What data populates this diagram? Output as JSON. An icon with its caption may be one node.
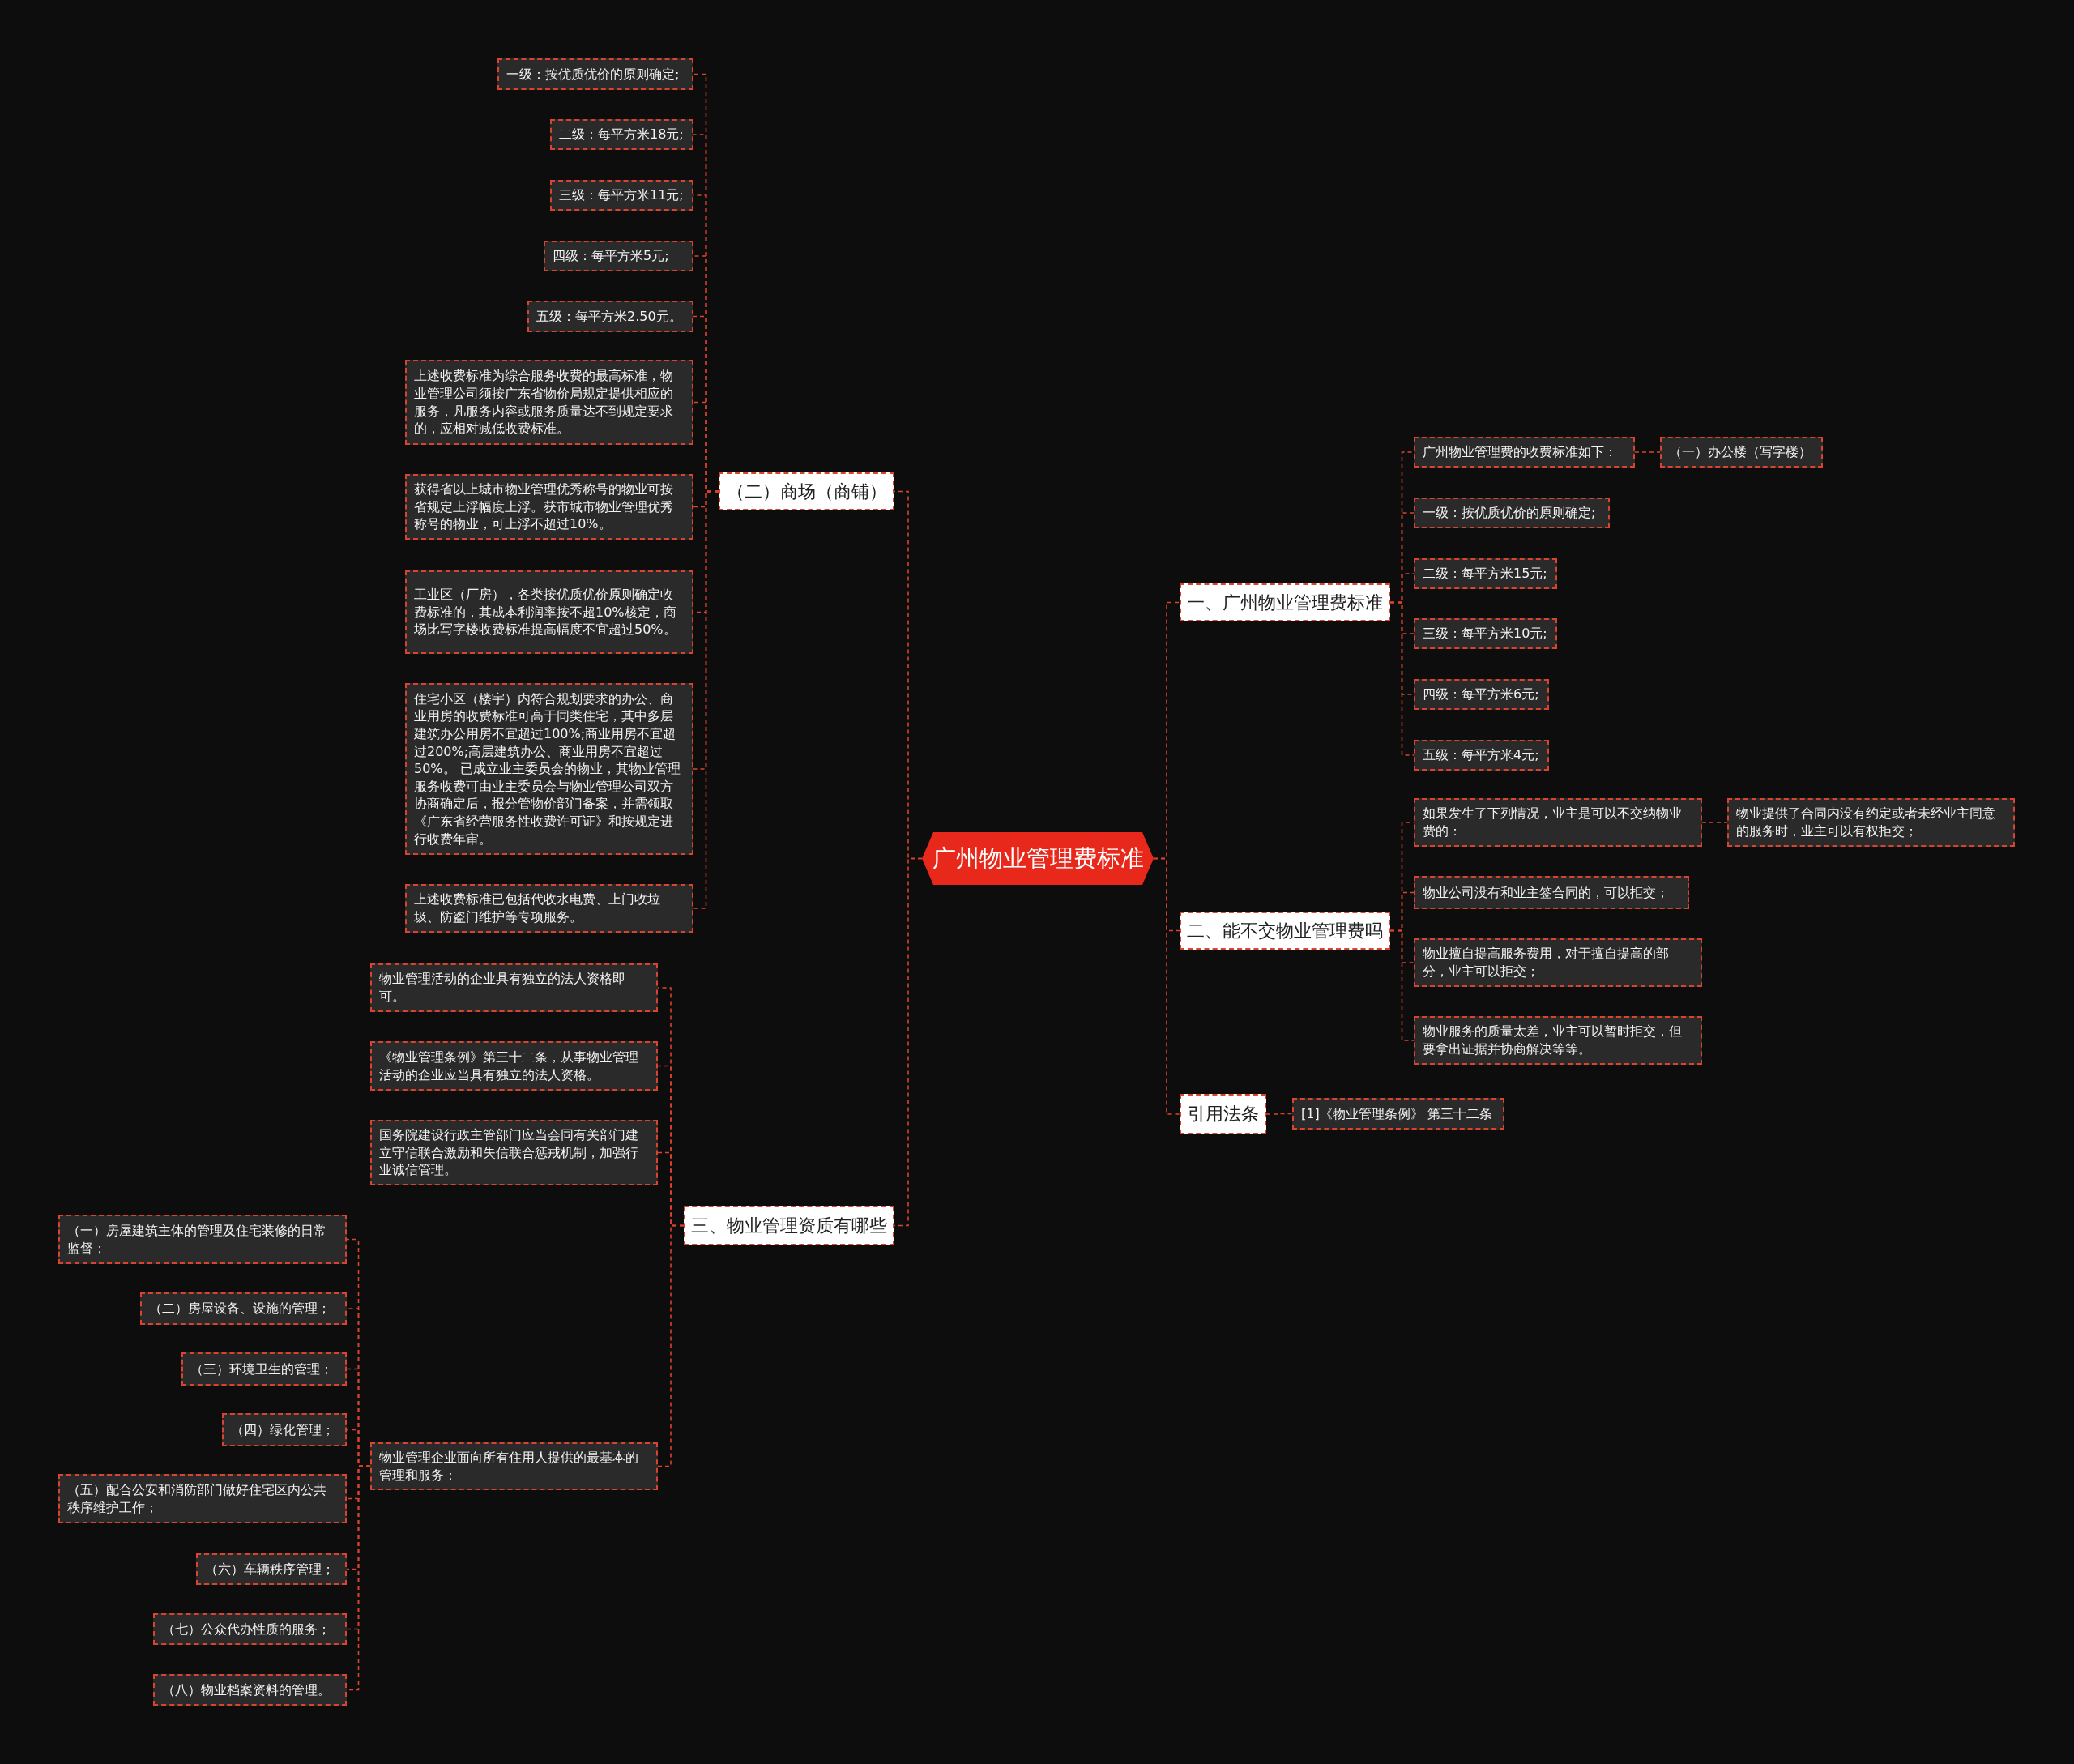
{
  "diagram": {
    "nodes": [
      {
        "text": [
          "广州物业管理费标准"
        ]
      },
      {
        "text": [
          "一、广州物业管理费标准"
        ]
      },
      {
        "text": [
          "广州物业管理费的收费标准如下："
        ]
      },
      {
        "text": [
          "（一）办公楼（写字楼）"
        ]
      },
      {
        "text": [
          "一级：按优质优价的原则确定;"
        ]
      },
      {
        "text": [
          "二级：每平方米15元;"
        ]
      },
      {
        "text": [
          "三级：每平方米10元;"
        ]
      },
      {
        "text": [
          "四级：每平方米6元;"
        ]
      },
      {
        "text": [
          "五级：每平方米4元;"
        ]
      },
      {
        "text": [
          "二、能不交物业管理费吗"
        ]
      },
      {
        "text": [
          "如果发生了下列情况，业主是可以不交纳物业费的："
        ]
      },
      {
        "text": [
          "物业提供了合同内没有约定或者未经业主同意的服务时，业主可以有权拒交；"
        ]
      },
      {
        "text": [
          "物业公司没有和业主签合同的，可以拒交；"
        ]
      },
      {
        "text": [
          "物业擅自提高服务费用，对于擅自提高的部分，业主可以拒交；"
        ]
      },
      {
        "text": [
          "物业服务的质量太差，业主可以暂时拒交，但要拿出证据并协商解决等等。"
        ]
      },
      {
        "text": [
          "引用法条"
        ]
      },
      {
        "text": [
          "[1]《物业管理条例》 第三十二条"
        ]
      },
      {
        "text": [
          "（二）商场（商铺）"
        ]
      },
      {
        "text": [
          "一级：按优质优价的原则确定;"
        ]
      },
      {
        "text": [
          "二级：每平方米18元;"
        ]
      },
      {
        "text": [
          "三级：每平方米11元;"
        ]
      },
      {
        "text": [
          "四级：每平方米5元;"
        ]
      },
      {
        "text": [
          "五级：每平方米2.50元。"
        ]
      },
      {
        "text": [
          "上述收费标准为综合服务收费的最高标准，物业管理公司须按广东省物价局规定提供相应的服务，凡服务内容或服务质量达不到规定要求的，应相对减低收费标准。"
        ]
      },
      {
        "text": [
          "获得省以上城市物业管理优秀称号的物业可按省规定上浮幅度上浮。获市城市物业管理优秀称号的物业，可上浮不超过10%。"
        ]
      },
      {
        "text": [
          "工业区（厂房），各类按优质优价原则确定收费标准的，其成本利润率按不超10%核定，商场比写字楼收费标准提高幅度不宜超过50%。"
        ]
      },
      {
        "text": [
          "住宅小区（楼宇）内符合规划要求的办公、商业用房的收费标准可高于同类住宅，其中多层建筑办公用房不宜超过100%;商业用房不宜超过200%;高层建筑办公、商业用房不宜超过50%。 已成立业主委员会的物业，其物业管理服务收费可由业主委员会与物业管理公司双方协商确定后，报分管物价部门备案，并需领取《广东省经营服务性收费许可证》和按规定进行收费年审。"
        ]
      },
      {
        "text": [
          "上述收费标准已包括代收水电费、上门收垃圾、防盗门维护等专项服务。"
        ]
      },
      {
        "text": [
          "三、物业管理资质有哪些"
        ]
      },
      {
        "text": [
          "物业管理活动的企业具有独立的法人资格即可。"
        ]
      },
      {
        "text": [
          "《物业管理条例》第三十二条，从事物业管理活动的企业应当具有独立的法人资格。"
        ]
      },
      {
        "text": [
          "国务院建设行政主管部门应当会同有关部门建立守信联合激励和失信联合惩戒机制，加强行业诚信管理。"
        ]
      },
      {
        "text": [
          "物业管理企业面向所有住用人提供的最基本的管理和服务："
        ]
      },
      {
        "text": [
          "（一）房屋建筑主体的管理及住宅装修的日常监督；"
        ]
      },
      {
        "text": [
          "（二）房屋设备、设施的管理；"
        ]
      },
      {
        "text": [
          "（三）环境卫生的管理；"
        ]
      },
      {
        "text": [
          "（四）绿化管理；"
        ]
      },
      {
        "text": [
          "（五）配合公安和消防部门做好住宅区内公共秩序维护工作；"
        ]
      },
      {
        "text": [
          "（六）车辆秩序管理；"
        ]
      },
      {
        "text": [
          "（七）公众代办性质的服务；"
        ]
      },
      {
        "text": [
          "（八）物业档案资料的管理。"
        ]
      }
    ],
    "edges": [
      {
        "from": 0,
        "to": 1,
        "arrow": "none"
      },
      {
        "from": 1,
        "to": 2,
        "arrow": "none"
      },
      {
        "from": 2,
        "to": 3,
        "arrow": "none"
      },
      {
        "from": 1,
        "to": 4,
        "arrow": "none"
      },
      {
        "from": 1,
        "to": 5,
        "arrow": "none"
      },
      {
        "from": 1,
        "to": 6,
        "arrow": "none"
      },
      {
        "from": 1,
        "to": 7,
        "arrow": "none"
      },
      {
        "from": 1,
        "to": 8,
        "arrow": "none"
      },
      {
        "from": 0,
        "to": 9,
        "arrow": "none"
      },
      {
        "from": 9,
        "to": 10,
        "arrow": "none"
      },
      {
        "from": 10,
        "to": 11,
        "arrow": "none"
      },
      {
        "from": 9,
        "to": 12,
        "arrow": "none"
      },
      {
        "from": 9,
        "to": 13,
        "arrow": "none"
      },
      {
        "from": 9,
        "to": 14,
        "arrow": "none"
      },
      {
        "from": 0,
        "to": 15,
        "arrow": "none"
      },
      {
        "from": 15,
        "to": 16,
        "arrow": "none"
      },
      {
        "from": 0,
        "to": 17,
        "arrow": "none"
      },
      {
        "from": 17,
        "to": 18,
        "arrow": "none"
      },
      {
        "from": 17,
        "to": 19,
        "arrow": "none"
      },
      {
        "from": 17,
        "to": 20,
        "arrow": "none"
      },
      {
        "from": 17,
        "to": 21,
        "arrow": "none"
      },
      {
        "from": 17,
        "to": 22,
        "arrow": "none"
      },
      {
        "from": 17,
        "to": 23,
        "arrow": "none"
      },
      {
        "from": 17,
        "to": 24,
        "arrow": "none"
      },
      {
        "from": 17,
        "to": 25,
        "arrow": "none"
      },
      {
        "from": 17,
        "to": 26,
        "arrow": "none"
      },
      {
        "from": 17,
        "to": 27,
        "arrow": "none"
      },
      {
        "from": 0,
        "to": 28,
        "arrow": "none"
      },
      {
        "from": 28,
        "to": 29,
        "arrow": "none"
      },
      {
        "from": 28,
        "to": 30,
        "arrow": "none"
      },
      {
        "from": 28,
        "to": 31,
        "arrow": "none"
      },
      {
        "from": 28,
        "to": 32,
        "arrow": "none"
      },
      {
        "from": 32,
        "to": 33,
        "arrow": "none"
      },
      {
        "from": 32,
        "to": 34,
        "arrow": "none"
      },
      {
        "from": 32,
        "to": 35,
        "arrow": "none"
      },
      {
        "from": 32,
        "to": 36,
        "arrow": "none"
      },
      {
        "from": 32,
        "to": 37,
        "arrow": "none"
      },
      {
        "from": 32,
        "to": 38,
        "arrow": "none"
      },
      {
        "from": 32,
        "to": 39,
        "arrow": "none"
      },
      {
        "from": 32,
        "to": 40,
        "arrow": "none"
      }
    ]
  }
}
